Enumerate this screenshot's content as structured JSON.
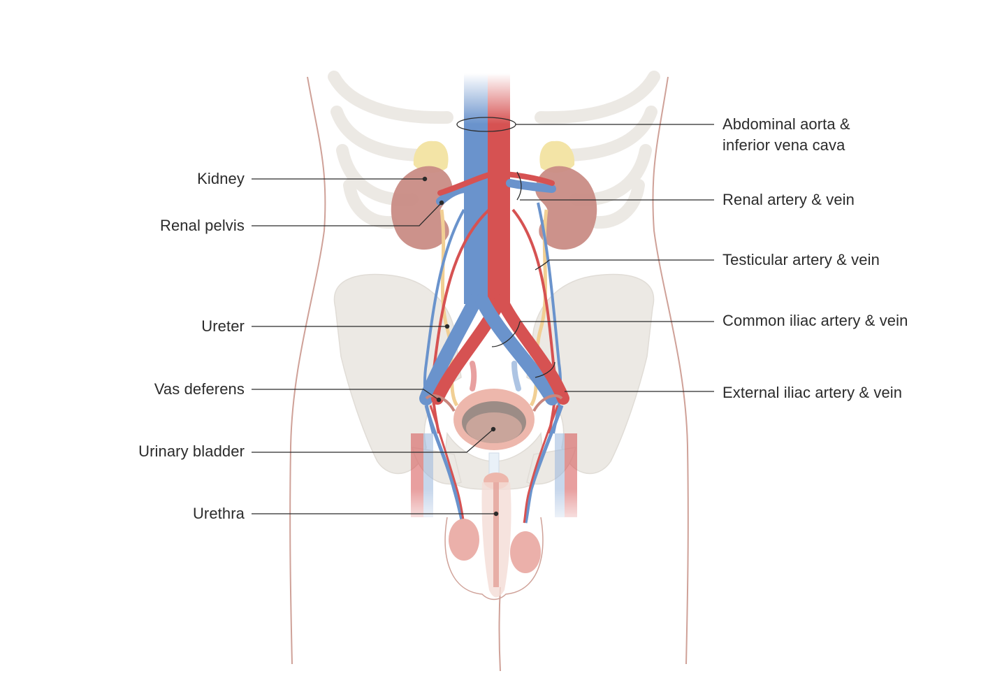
{
  "colors": {
    "artery": "#d65252",
    "vein": "#6a93cc",
    "bone": "#ebe8e3",
    "kidney": "#c98c85",
    "adrenal": "#f3e4a6",
    "ureter": "#f1cf94",
    "body_outline": "#c98a80",
    "leader_line": "#2b2b2b"
  },
  "labels": {
    "kidney": "Kidney",
    "renal_pelvis": "Renal pelvis",
    "ureter": "Ureter",
    "vas_deferens": "Vas deferens",
    "urinary_bladder": "Urinary bladder",
    "urethra": "Urethra",
    "aorta_vena_cava_line1": "Abdominal aorta &",
    "aorta_vena_cava_line2": "inferior vena cava",
    "renal_artery_vein": "Renal artery & vein",
    "testicular_artery_vein": "Testicular artery & vein",
    "common_iliac": "Common iliac artery & vein",
    "external_iliac": "External iliac artery & vein"
  }
}
